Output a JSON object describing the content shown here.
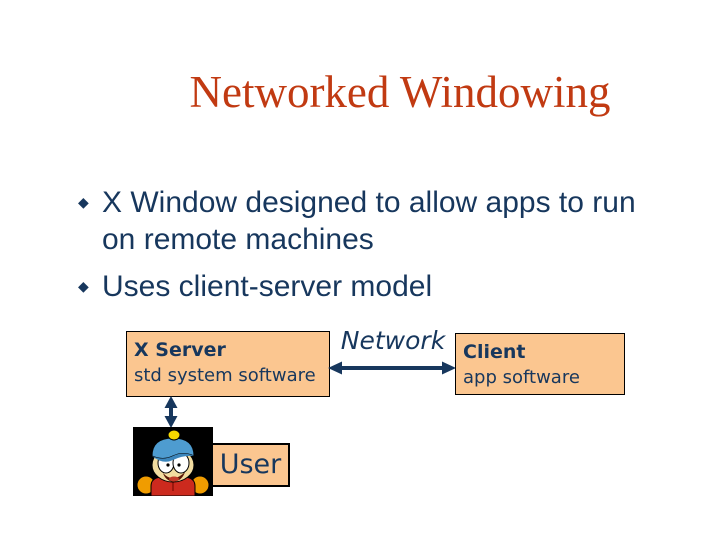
{
  "slide": {
    "title": "Networked Windowing",
    "bullet_glyph": "◆",
    "bullets": [
      "X Window designed to allow apps to run on remote machines",
      "Uses client-server model"
    ]
  },
  "diagram": {
    "server_box": {
      "title": "X Server",
      "subtitle": "std system software"
    },
    "client_box": {
      "title": "Client",
      "subtitle": "app software"
    },
    "network_label": "Network",
    "user_box": {
      "label": "User"
    },
    "icons": {
      "network_connector": "double-arrow-horizontal-icon",
      "user_connector": "double-arrow-vertical-icon",
      "user_avatar": "cartman-avatar-icon",
      "bullet": "diamond-bullet-icon"
    }
  },
  "colors": {
    "background": "#FFFFFF",
    "title_text": "#C13A12",
    "body_text": "#17375D",
    "box_fill": "#FBC690",
    "box_border": "#000000",
    "arrow": "#17375D"
  }
}
